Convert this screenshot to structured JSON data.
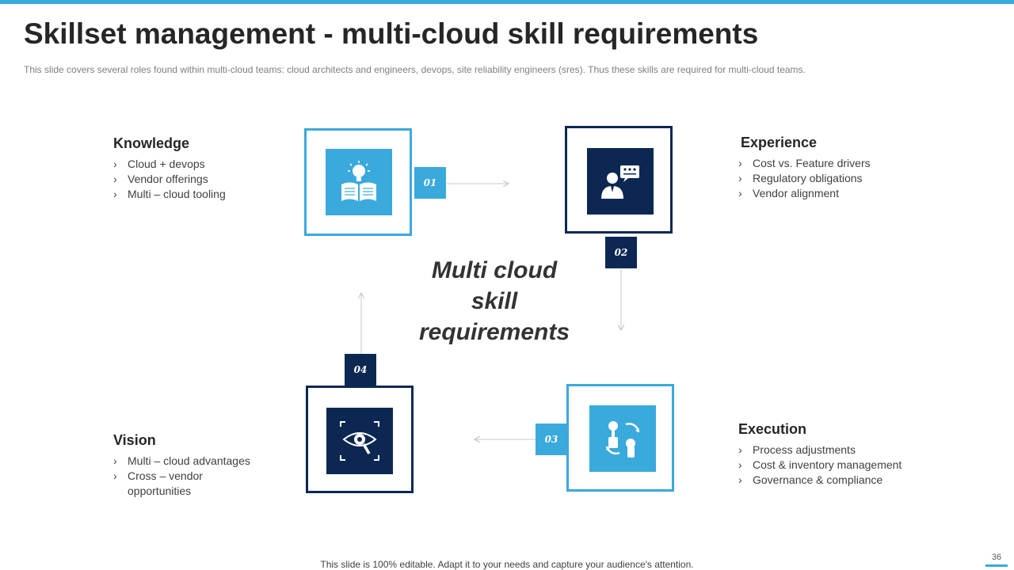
{
  "header": {
    "title": "Skillset management - multi-cloud skill requirements",
    "subtitle": "This slide covers several roles found within multi-cloud teams: cloud architects and engineers, devops, site reliability engineers (sres). Thus these skills are required for multi-cloud teams."
  },
  "center_label": [
    "Multi cloud",
    "skill",
    "requirements"
  ],
  "steps": [
    {
      "number": "01",
      "icon": "book-lightbulb-icon",
      "title": "Knowledge",
      "items": [
        "Cloud + devops",
        "Vendor offerings",
        "Multi – cloud tooling"
      ]
    },
    {
      "number": "02",
      "icon": "person-rating-icon",
      "title": "Experience",
      "items": [
        "Cost vs. Feature drivers",
        "Regulatory obligations",
        "Vendor alignment"
      ]
    },
    {
      "number": "03",
      "icon": "process-gears-icon",
      "title": "Execution",
      "items": [
        "Process adjustments",
        "Cost & inventory management",
        "Governance & compliance"
      ]
    },
    {
      "number": "04",
      "icon": "eye-magnifier-icon",
      "title": "Vision",
      "items": [
        "Multi – cloud advantages",
        "Cross – vendor opportunities"
      ]
    }
  ],
  "bullet_glyph": "›",
  "footer": {
    "note": "This slide is 100% editable. Adapt it to your needs and capture your audience's attention.",
    "page_number": "36"
  },
  "colors": {
    "accent": "#3aa9dc",
    "dark": "#0c2852"
  }
}
